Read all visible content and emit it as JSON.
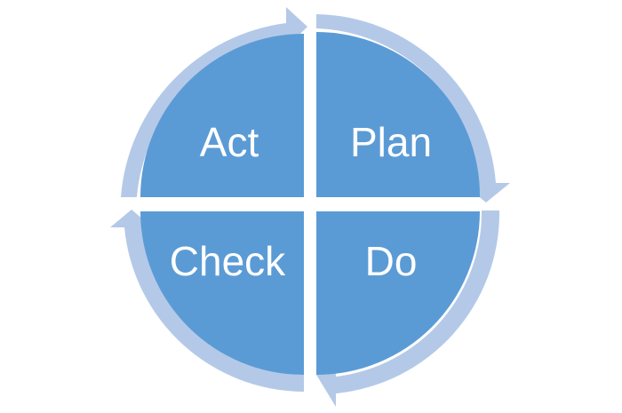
{
  "diagram": {
    "colors": {
      "quadrant_fill": "#5b9bd5",
      "arrow_fill": "#b4c9e8",
      "label_color": "#ffffff",
      "background": "#ffffff"
    },
    "quadrants": [
      {
        "label": "Act"
      },
      {
        "label": "Plan"
      },
      {
        "label": "Check"
      },
      {
        "label": "Do"
      }
    ]
  }
}
